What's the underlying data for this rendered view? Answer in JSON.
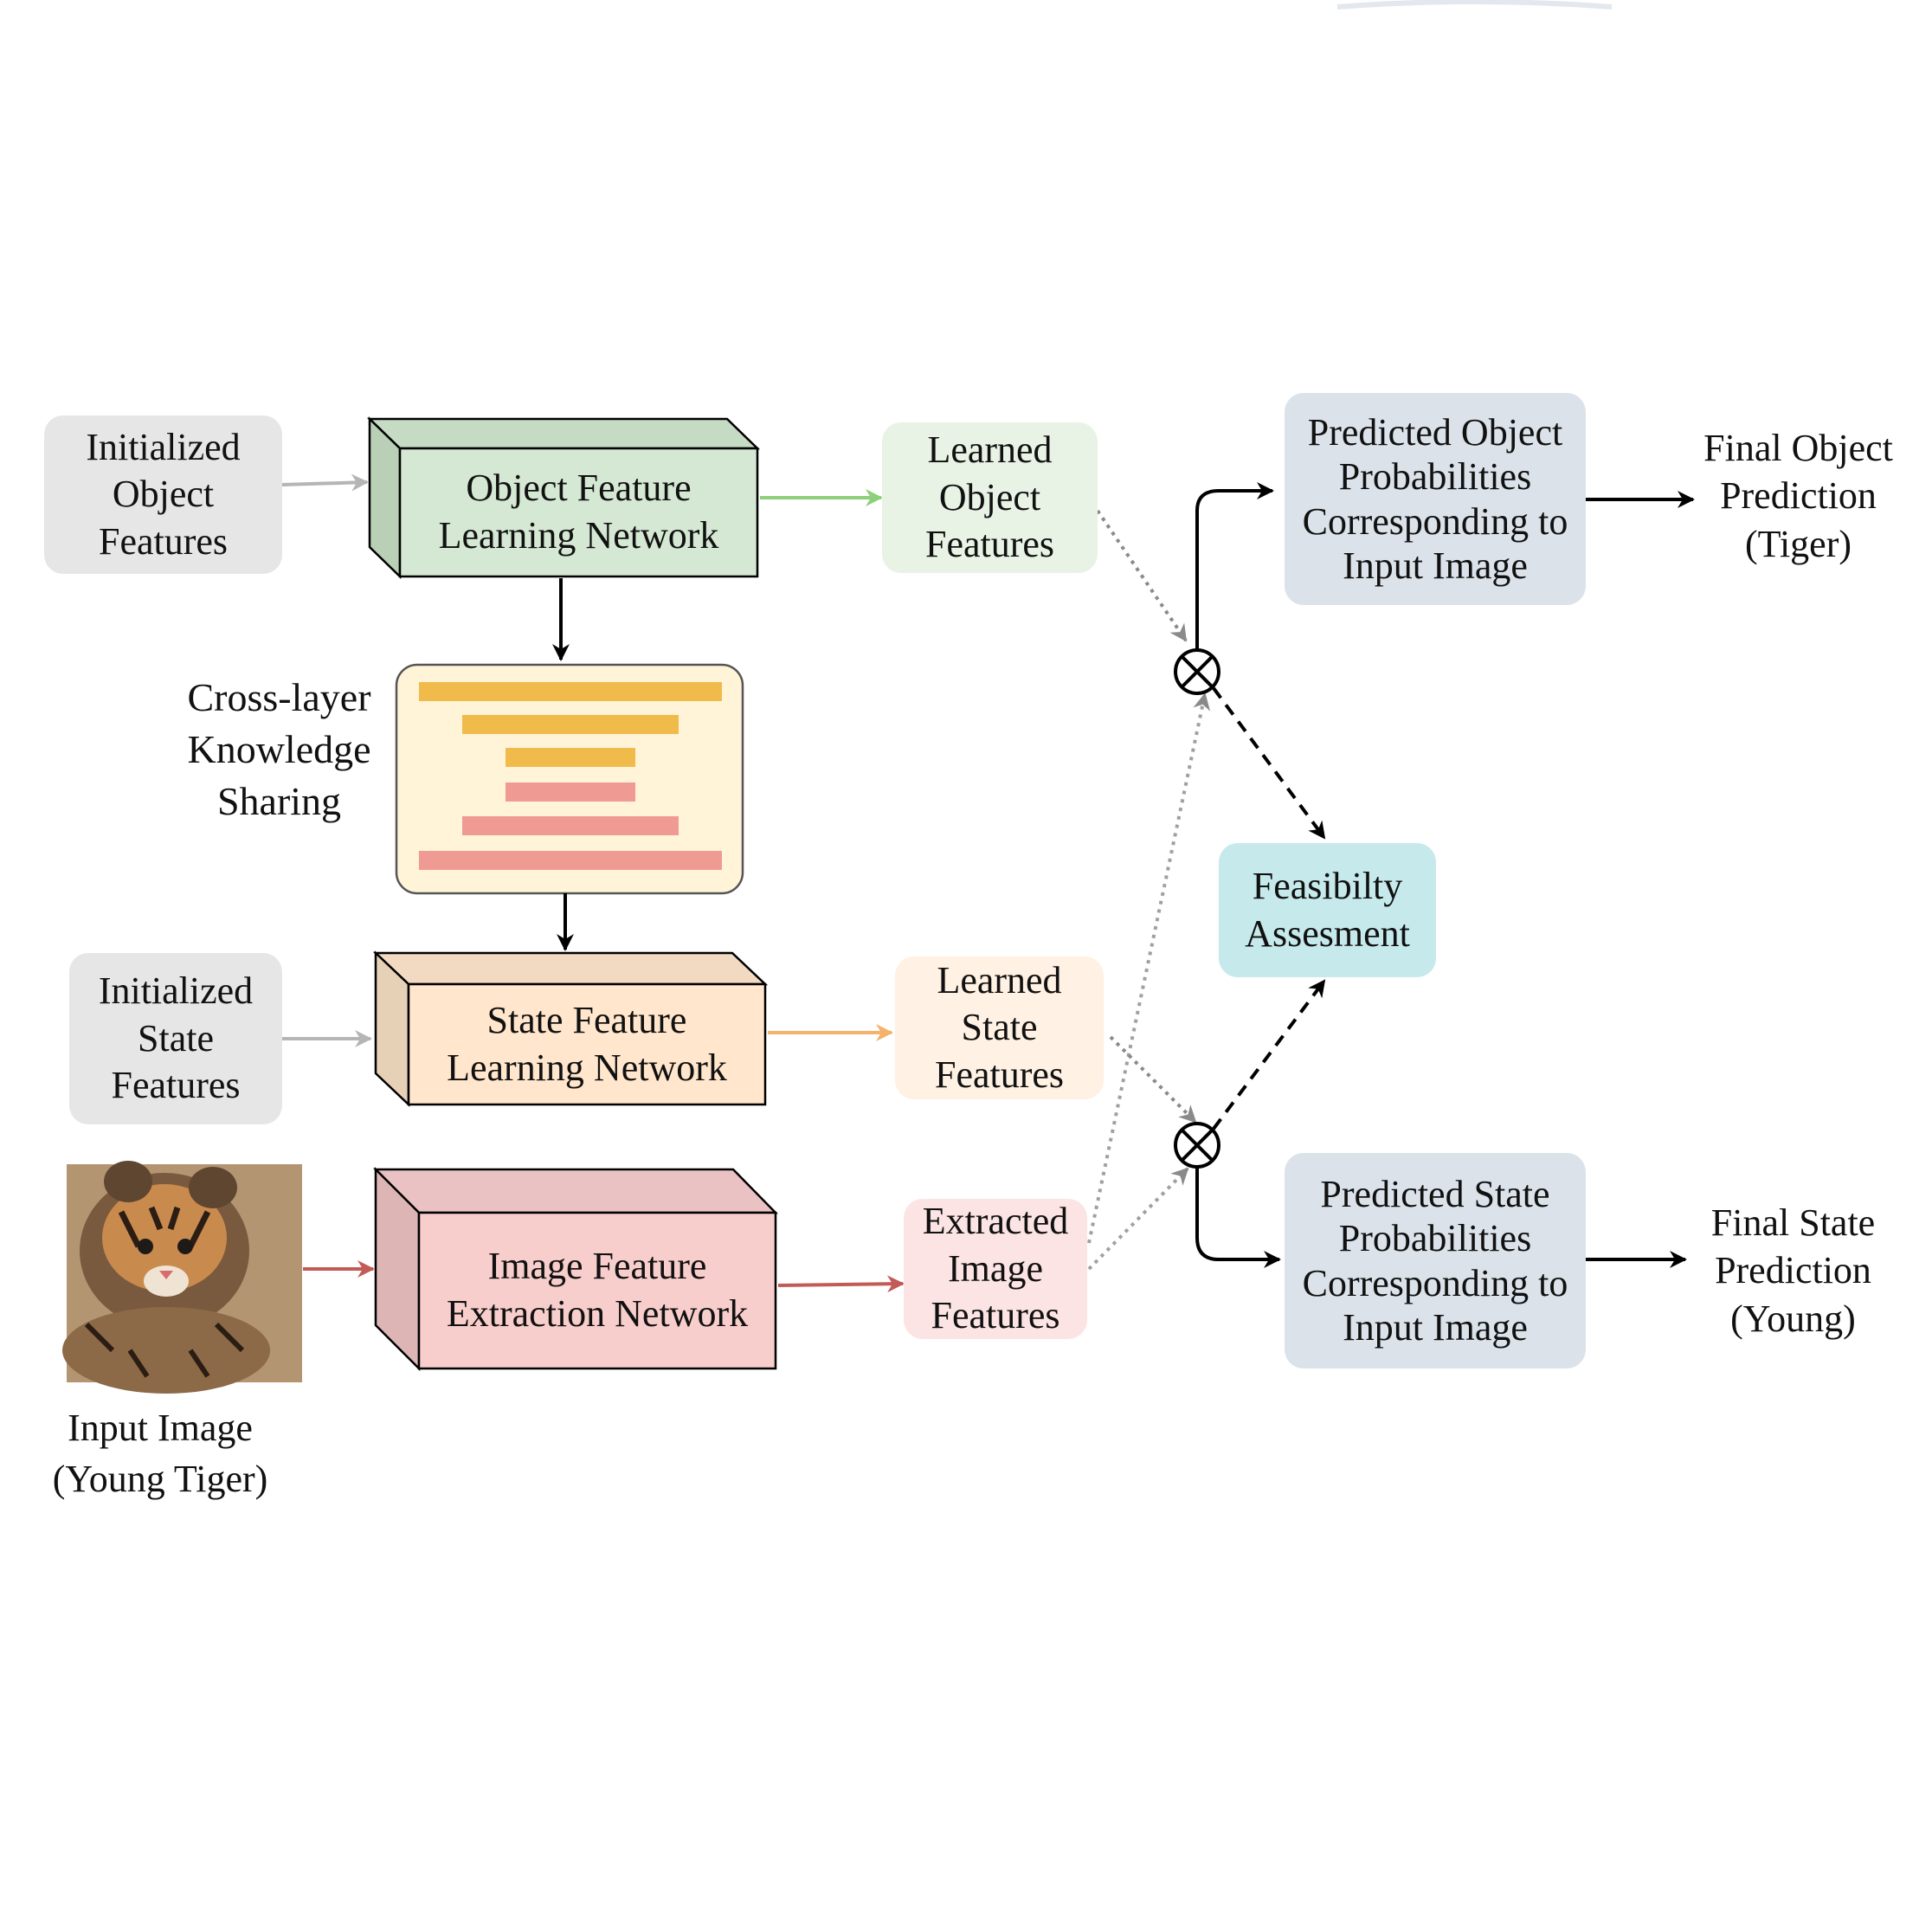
{
  "inputs": {
    "init_object": [
      "Initialized",
      "Object",
      "Features"
    ],
    "init_state": [
      "Initialized",
      "State",
      "Features"
    ],
    "input_image_caption": [
      "Input Image",
      "(Young Tiger)"
    ]
  },
  "networks": {
    "object": [
      "Object Feature",
      "Learning Network"
    ],
    "state": [
      "State Feature",
      "Learning Network"
    ],
    "image": [
      "Image Feature",
      "Extraction Network"
    ]
  },
  "knowledge_sharing": {
    "label": [
      "Cross-layer",
      "Knowledge",
      "Sharing"
    ]
  },
  "features": {
    "learned_object": [
      "Learned",
      "Object",
      "Features"
    ],
    "learned_state": [
      "Learned",
      "State",
      "Features"
    ],
    "extracted_image": [
      "Extracted",
      "Image",
      "Features"
    ]
  },
  "predictions": {
    "object_probs": [
      "Predicted Object",
      "Probabilities",
      "Corresponding to",
      "Input Image"
    ],
    "state_probs": [
      "Predicted State",
      "Probabilities",
      "Corresponding to",
      "Input Image"
    ],
    "feasibility": [
      "Feasibilty",
      "Assesment"
    ]
  },
  "outputs": {
    "final_object": [
      "Final Object",
      "Prediction",
      "(Tiger)"
    ],
    "final_state": [
      "Final State",
      "Prediction",
      "(Young)"
    ]
  },
  "colors": {
    "gray_box": "#e6e6e6",
    "object_net": "#d5e8d4",
    "state_net": "#ffe6cc",
    "image_net": "#f8cecc",
    "learned_object_bg": "#e8f3e6",
    "learned_state_bg": "#fff1e3",
    "extracted_image_bg": "#fce4e4",
    "prediction_bg": "#dbe2ea",
    "feasibility_bg": "#c6e9ec",
    "knowledge_bg": "#fff4d8",
    "bar_yellow": "#f0bb4a",
    "bar_red": "#ef9a93",
    "green_arrow": "#8dcf7a",
    "orange_arrow": "#f5b26b",
    "red_arrow": "#c25a57",
    "gray_arrow": "#b8b8b8"
  }
}
